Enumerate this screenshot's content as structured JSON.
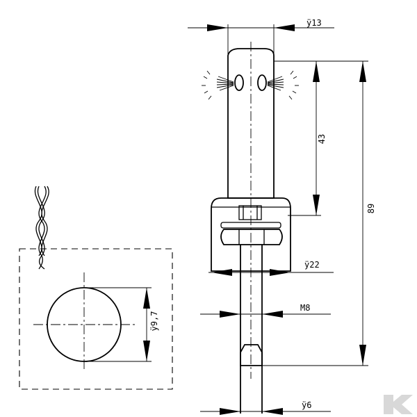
{
  "dimensions": {
    "d13": "ÿ13",
    "l43": "43",
    "l89": "89",
    "d22": "ÿ22",
    "m8": "M8",
    "d6": "ÿ6",
    "d97": "ÿ9,7"
  },
  "colors": {
    "line": "#000000",
    "logo": "#d8d8d8"
  },
  "logo": {
    "icon": "k-logo-icon"
  }
}
